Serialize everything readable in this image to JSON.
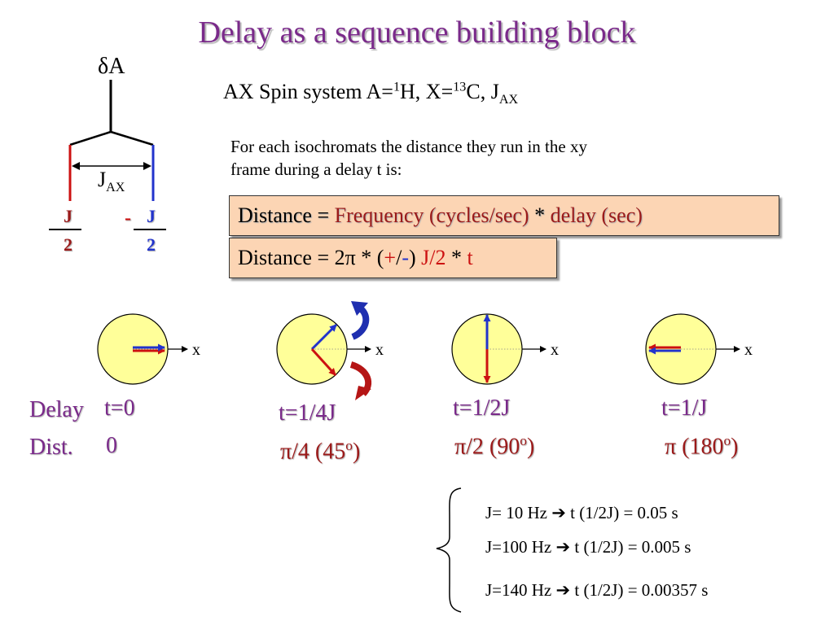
{
  "title": "Delay as a sequence building block",
  "spin": {
    "heading_prefix": "AX Spin system  A=",
    "heading_sup1": "1",
    "heading_mid1": "H, X=",
    "heading_sup2": "13",
    "heading_mid2": "C, J",
    "heading_sub": "AX"
  },
  "splitting": {
    "delta_label": "δA",
    "j_label": "J",
    "j_sub": "AX",
    "left_num": "J",
    "left_den": "2",
    "right_sign": "-",
    "right_num": "J",
    "right_den": "2",
    "colors": {
      "left": "#cc1111",
      "right": "#2233cc"
    }
  },
  "description": {
    "line1": "For each isochromats the distance they run in the xy",
    "line2": "frame during a delay t is:"
  },
  "formula1": {
    "prefix": "Distance = ",
    "term1": "Frequency",
    "term1_unit": " (cycles/sec)",
    "op": " * ",
    "term2": "delay",
    "term2_unit": " (sec)"
  },
  "formula2": {
    "prefix": "Distance = 2π * (",
    "plus": "+",
    "slash": "/",
    "minus": "-",
    "close": ") ",
    "j_half": "J/2",
    "mult": " * ",
    "t": "t"
  },
  "row_labels": {
    "delay": "Delay",
    "dist": "Dist."
  },
  "states": [
    {
      "time": "t=0",
      "dist": "0"
    },
    {
      "time": "t=1/4J",
      "dist_pre": "π/4 (45",
      "dist_sup": "o",
      "dist_post": ")"
    },
    {
      "time": "t=1/2J",
      "dist_pre": "π/2 (90",
      "dist_sup": "o",
      "dist_post": ")"
    },
    {
      "time": "t=1/J",
      "dist_pre": "π (180",
      "dist_sup": "o",
      "dist_post": ")"
    }
  ],
  "axis_label": "x",
  "examples": [
    {
      "j": "J= 10  Hz",
      "arrow": "➔",
      "result": "t (1/2J) = 0.05 s"
    },
    {
      "j": "J=100 Hz",
      "arrow": "➔",
      "result": "t (1/2J) = 0.005 s"
    },
    {
      "j": "J=140 Hz",
      "arrow": "➔",
      "result": "t (1/2J) = 0.00357 s"
    }
  ],
  "colors": {
    "circle_fill": "#ffff99",
    "title": "#7a2a8a",
    "box": "#fcd5b4"
  }
}
